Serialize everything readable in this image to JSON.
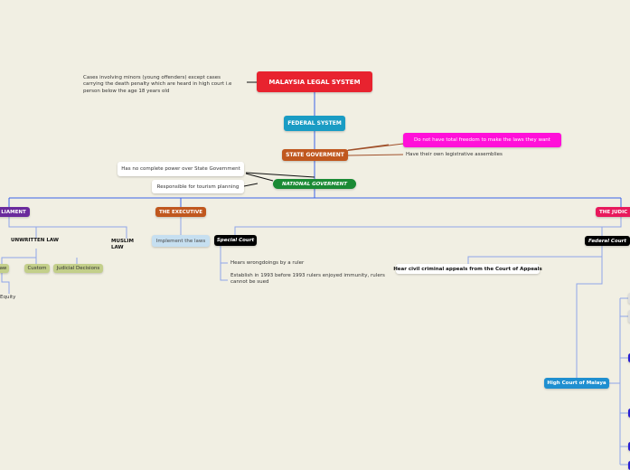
{
  "root": "MALAYSIA LEGAL SYSTEM",
  "root_note": "Cases involving minors (young offenders) except cases carrying the death penalty which are heard in high court i.e person below the age 18 years old",
  "federal": "FEDERAL SYSTEM",
  "state": "STATE GOVERMENT",
  "state_notes": [
    "Do not have total freedom to make the laws they want",
    "Have their own legistrative assemblies"
  ],
  "national": "NATIONAL GOVERMENT",
  "national_notes": [
    "Has no complete power over State Government",
    "Responsible for tourism planning"
  ],
  "parliament": "LIAMENT",
  "executive": "THE EXECUTIVE",
  "executive_note": "Implement the laws",
  "judiciary": "THE JUDIC",
  "unwritten": "UNWRITTEN LAW",
  "muslim": "MUSLIM LAW",
  "law_items": [
    "aw",
    "Custom",
    "Judicial Decisions"
  ],
  "equity": "Equity",
  "special_court": "Special Court",
  "special_notes": [
    "Hears wrongdoings by a ruler",
    "Establish in 1993 before 1993 rulers enjoyed immunity, rulers cannot be sued"
  ],
  "federal_court": "Federal Court",
  "federal_court_note": "Hear civil criminal appeals from the Court of Appeals",
  "high_court": "High Court of Malaya"
}
